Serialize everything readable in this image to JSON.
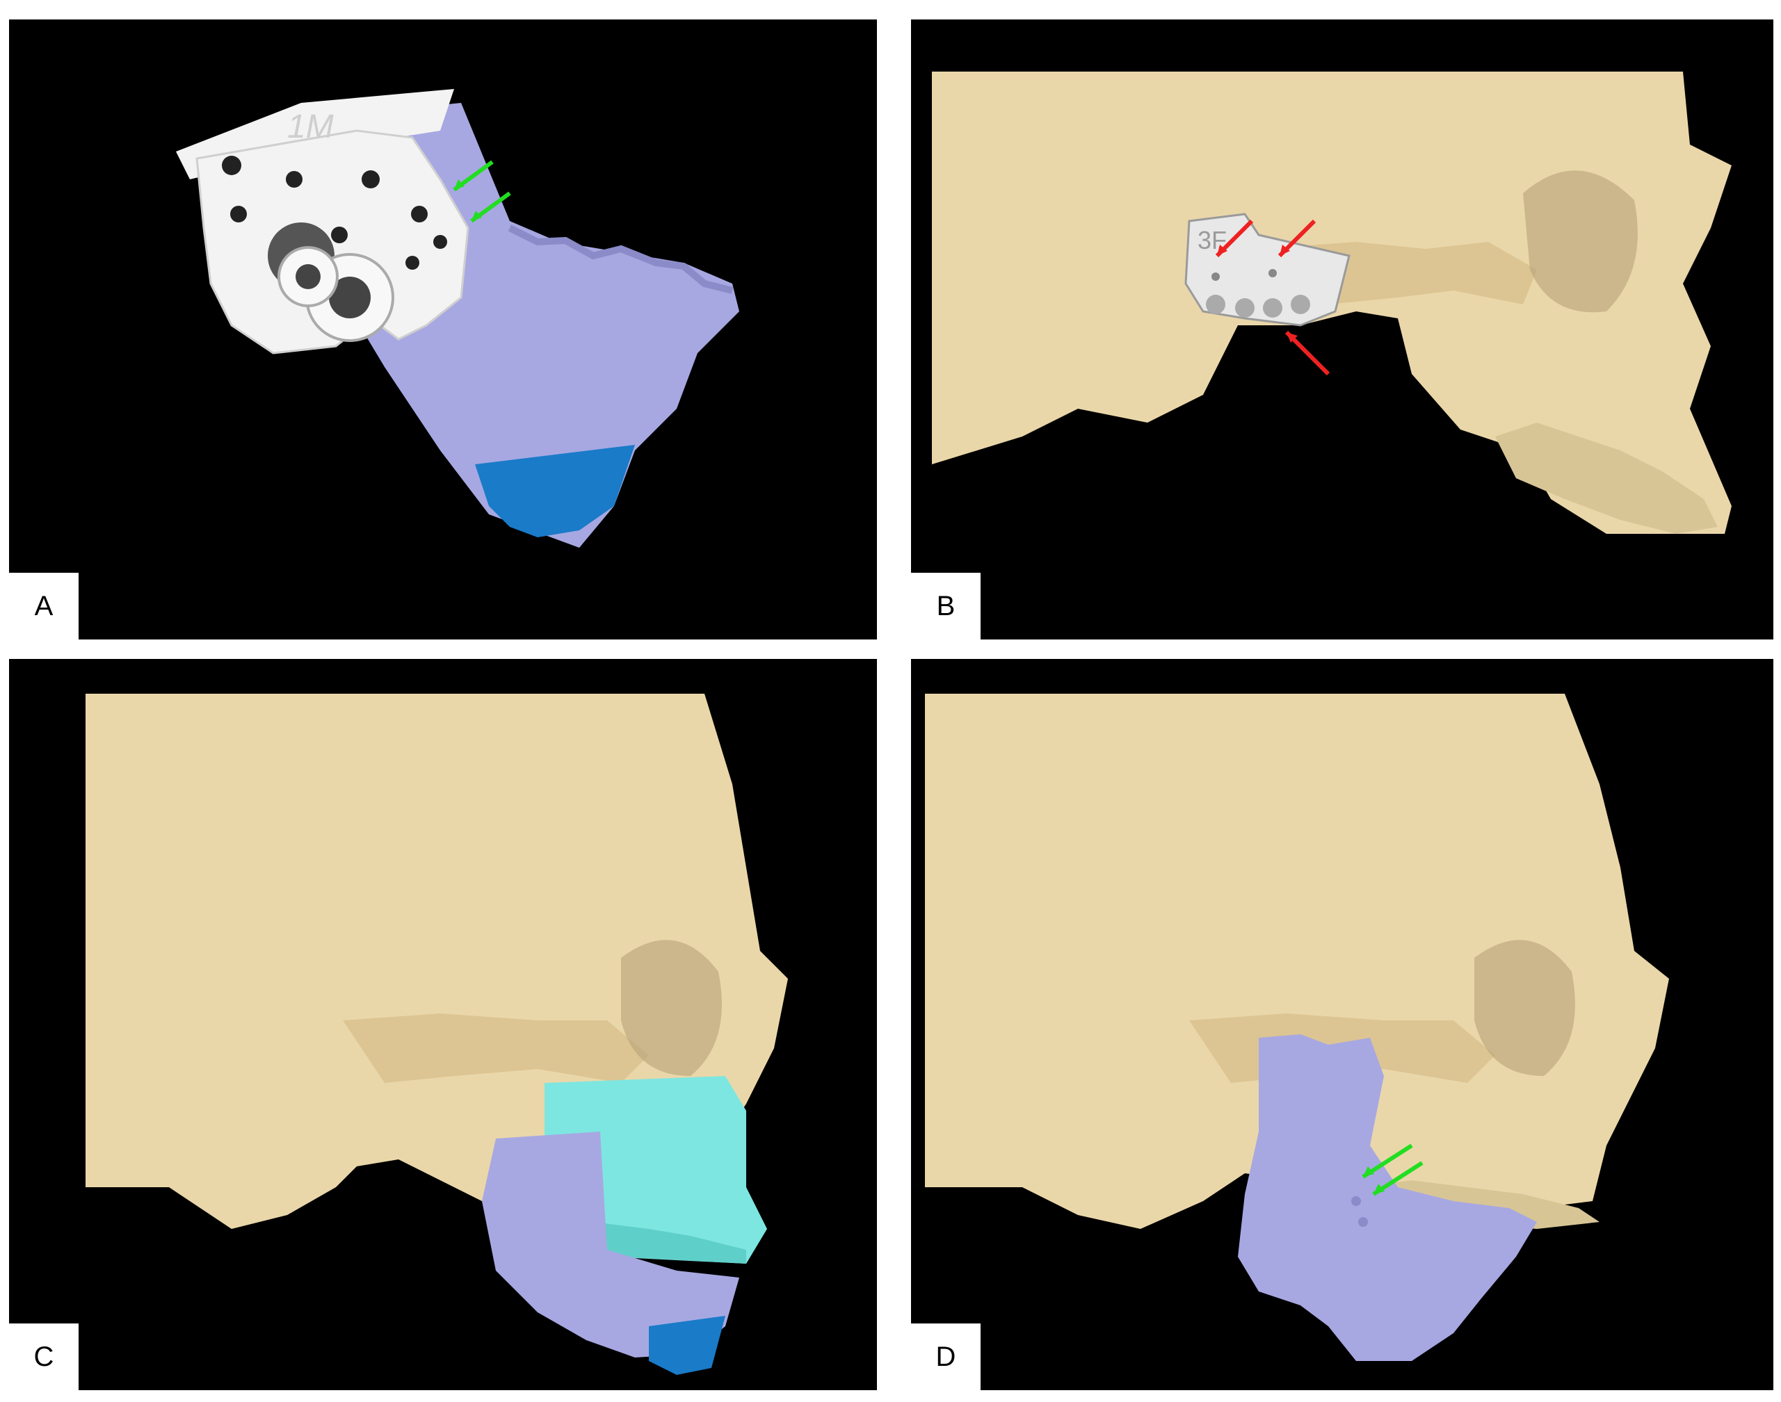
{
  "panels": [
    {
      "id": "A",
      "label": "A",
      "guide_text": "1M"
    },
    {
      "id": "B",
      "label": "B",
      "guide_text": "3F"
    },
    {
      "id": "C",
      "label": "C"
    },
    {
      "id": "D",
      "label": "D"
    }
  ],
  "colors": {
    "background": "#000000",
    "bone": "#ead7a9",
    "mandible": "#a7a8e2",
    "maxilla_cyan": "#7ee6e0",
    "chin_blue": "#1a7bc8",
    "surgical_guide": "#f3f3f3",
    "arrow_green": "#22dd22",
    "arrow_red": "#ee2222"
  }
}
